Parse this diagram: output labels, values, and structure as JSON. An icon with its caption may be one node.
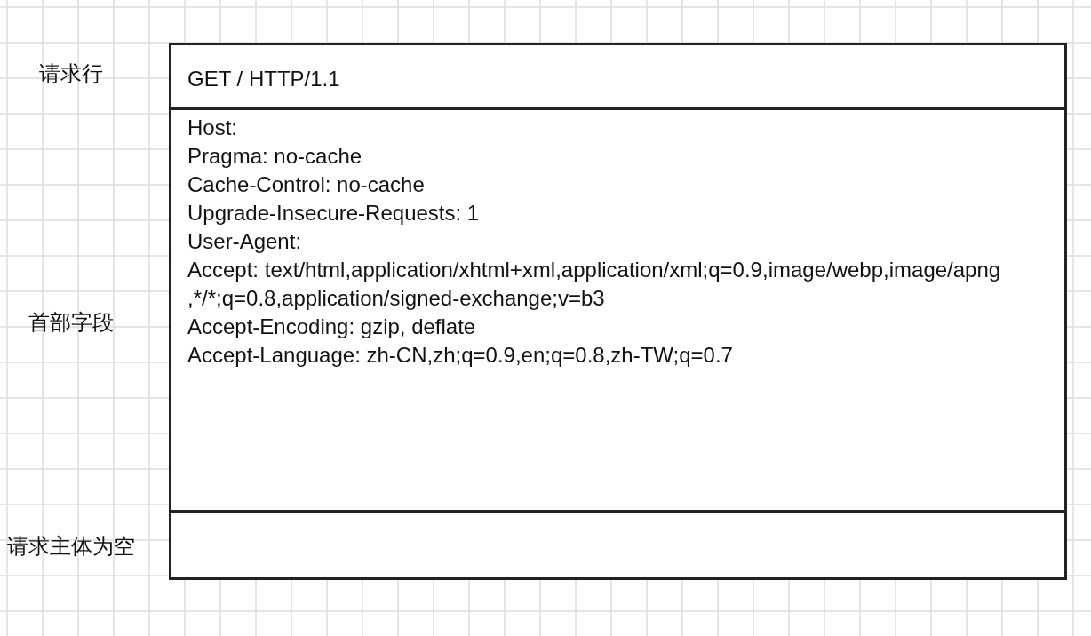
{
  "diagram": {
    "nodes": [
      {
        "text": [
          "GET / HTTP/1.1"
        ],
        "beside": [
          "请求行"
        ]
      },
      {
        "text": [
          "Host:",
          "Pragma: no-cache",
          "Cache-Control: no-cache",
          "Upgrade-Insecure-Requests: 1",
          "User-Agent:",
          "Accept: text/html,application/xhtml+xml,application/xml;q=0.9,image/webp,image/apng ,*/*;q=0.8,application/signed-exchange;v=b3",
          "Accept-Encoding: gzip, deflate",
          "Accept-Language: zh-CN,zh;q=0.9,en;q=0.8,zh-TW;q=0.7"
        ],
        "beside": [
          "首部字段"
        ]
      },
      {
        "text": [],
        "shape": "box",
        "beside": [
          "请求主体为空"
        ]
      }
    ]
  }
}
